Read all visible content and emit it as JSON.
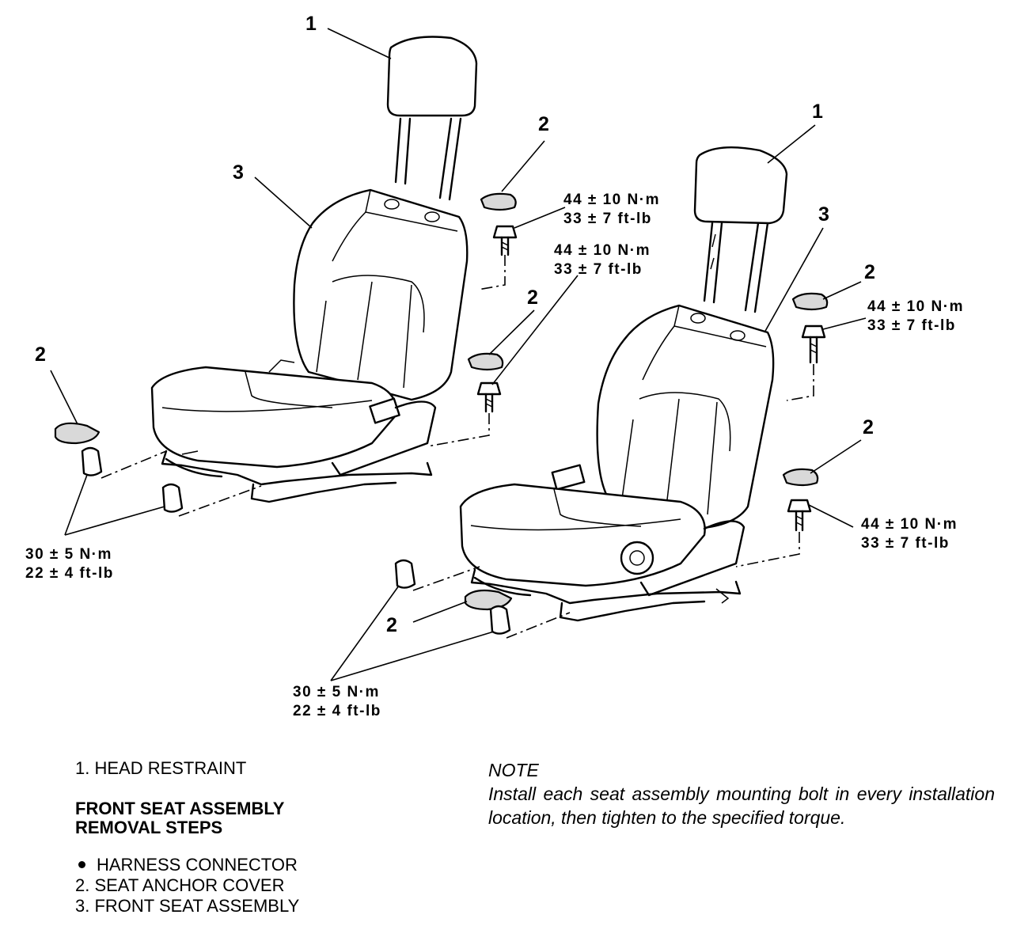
{
  "callouts": {
    "head_restraint": "1",
    "anchor_cover": "2",
    "seat_assembly": "3"
  },
  "torque_specs": {
    "bolt_metric": "44 ± 10 N·m",
    "bolt_imperial": "33 ± 7 ft-lb",
    "nut_metric": "30 ± 5 N·m",
    "nut_imperial": "22 ± 4 ft-lb"
  },
  "legend": {
    "component": "1. HEAD RESTRAINT",
    "heading_line1": "FRONT SEAT ASSEMBLY",
    "heading_line2": "REMOVAL STEPS",
    "steps": [
      "HARNESS CONNECTOR",
      "2. SEAT ANCHOR COVER",
      "3. FRONT SEAT ASSEMBLY"
    ]
  },
  "note": {
    "title": "NOTE",
    "body": "Install each seat assembly mounting bolt in every installation location, then tighten to the specified torque."
  }
}
